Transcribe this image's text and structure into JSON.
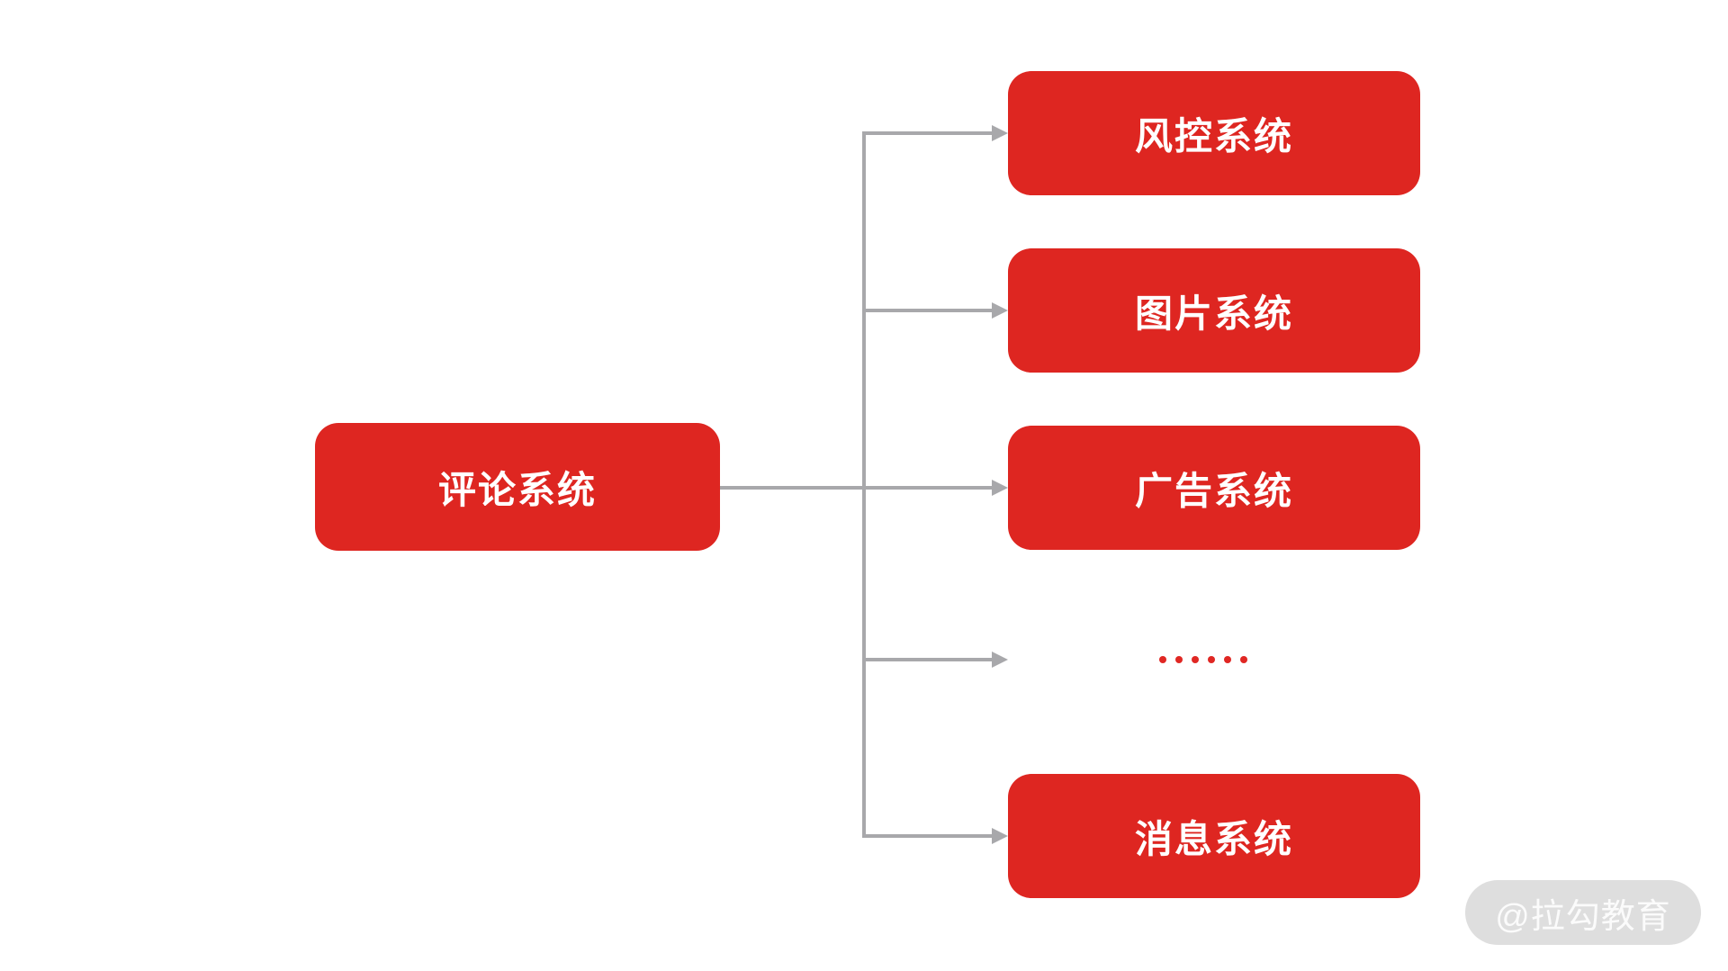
{
  "diagram": {
    "root": {
      "label": "评论系统"
    },
    "children": [
      {
        "label": "风控系统",
        "type": "box"
      },
      {
        "label": "图片系统",
        "type": "box"
      },
      {
        "label": "广告系统",
        "type": "box"
      },
      {
        "label": "……",
        "type": "ellipsis",
        "dot_count": 6
      },
      {
        "label": "消息系统",
        "type": "box"
      }
    ],
    "colors": {
      "node_fill": "#de2621",
      "node_text": "#ffffff",
      "connector": "#a8a8ab",
      "ellipsis_dots": "#e02723"
    }
  },
  "watermark": {
    "label": "@拉勾教育",
    "bg": "#dedede",
    "text_color": "#fbfbfb"
  }
}
